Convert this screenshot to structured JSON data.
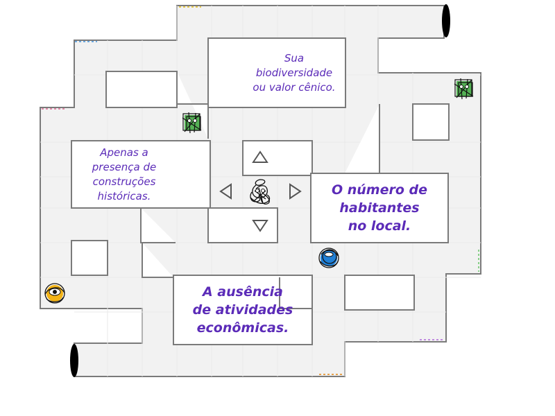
{
  "answers": {
    "top": "Sua\nbiodiversidade\nou valor cênico.",
    "left": "Apenas a\npresença de\nconstruções\nhistóricas.",
    "right": "O número de\nhabitantes\nno local.",
    "bottom": "A ausência\nde atividades\neconômicas."
  },
  "controls": {
    "icons": [
      "arrow-up-icon",
      "arrow-down-icon",
      "arrow-left-icon",
      "arrow-right-icon"
    ]
  },
  "tokens": {
    "player": "scribble-player-icon",
    "enemies": [
      "green-ghost-icon",
      "green-ghost-icon",
      "blue-ghost-icon",
      "yellow-eye-ghost-icon"
    ]
  },
  "colors": {
    "answer_text": "#5b2bb8",
    "path_fill": "#f2f2f2",
    "wall": "#777777",
    "pipe": "#000000"
  }
}
